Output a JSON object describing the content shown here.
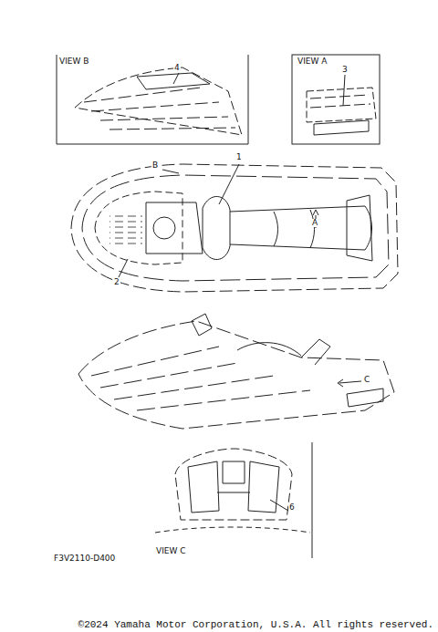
{
  "diagram": {
    "labels": [
      "VIEW B",
      "4",
      "VIEW A",
      "3",
      "B",
      "1",
      "A",
      "2",
      "C",
      "6",
      "VIEW C",
      "F3V2110-D400",
      "©2024 Yamaha Motor Corporation, U.S.A. All rights reserved."
    ]
  }
}
